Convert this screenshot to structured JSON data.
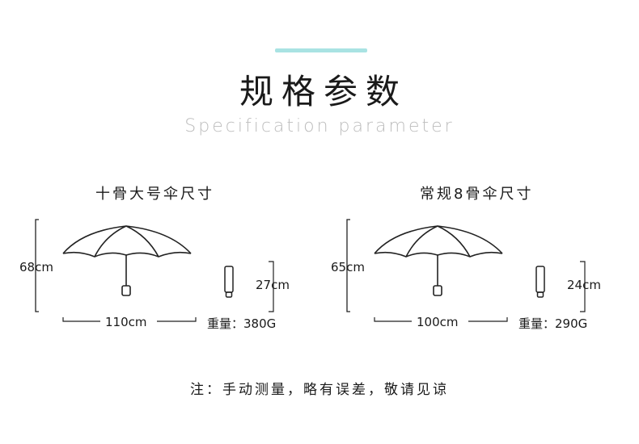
{
  "accent_color": "#a9e3e3",
  "title": "规格参数",
  "subtitle": "Specification parameter",
  "umbrellas": [
    {
      "name": "十骨大号伞尺寸",
      "open_height": "68cm",
      "open_width": "110cm",
      "folded_length": "27cm",
      "weight": "重量：380G"
    },
    {
      "name": "常规8骨伞尺寸",
      "open_height": "65cm",
      "open_width": "100cm",
      "folded_length": "24cm",
      "weight": "重量：290G"
    }
  ],
  "note": "注：手动测量，略有误差，敬请见谅",
  "icons": [
    "open-umbrella-icon",
    "folded-umbrella-icon"
  ]
}
